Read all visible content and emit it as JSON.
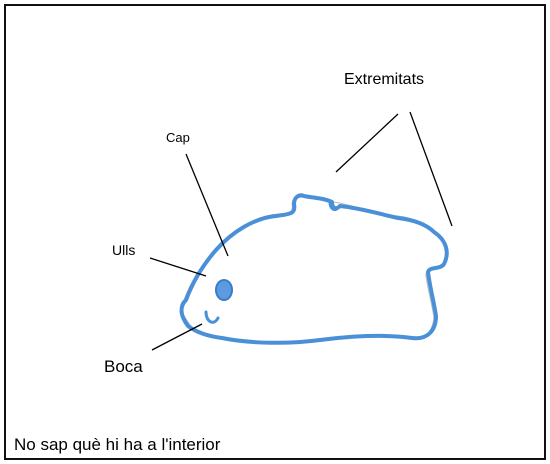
{
  "labels": {
    "extremitats": "Extremitats",
    "cap": "Cap",
    "ulls": "Ulls",
    "boca": "Boca"
  },
  "caption": "No sap què hi ha a l'interior",
  "colors": {
    "drawing_stroke": "#4a90d9",
    "drawing_pencil": "#9a9a9a",
    "leader_line": "#000000"
  }
}
